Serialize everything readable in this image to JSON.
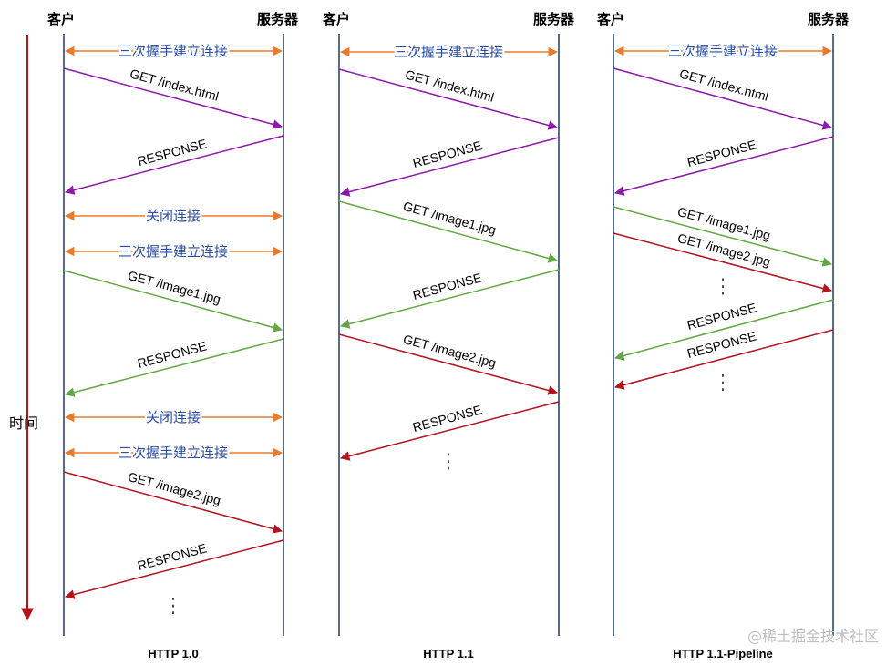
{
  "time_label": "时间",
  "watermark": "@稀土掘金技术社区",
  "colors": {
    "lifeline": "#1f3b60",
    "connection": "#e87b2e",
    "index": "#8b1aa8",
    "image1": "#65a744",
    "image2": "#b0141f",
    "time_axis": "#b0141f"
  },
  "panels": [
    {
      "client_label": "客户",
      "server_label": "服务器",
      "caption": "HTTP 1.0",
      "handshake_label": "三次握手建立连接",
      "close_label": "关闭连接",
      "messages": [
        {
          "label": "GET /index.html"
        },
        {
          "label": "RESPONSE"
        },
        {
          "label": "GET /image1.jpg"
        },
        {
          "label": "RESPONSE"
        },
        {
          "label": "GET /image2.jpg"
        },
        {
          "label": "RESPONSE"
        }
      ],
      "ellipsis": "⋮"
    },
    {
      "client_label": "客户",
      "server_label": "服务器",
      "caption": "HTTP 1.1",
      "handshake_label": "三次握手建立连接",
      "messages": [
        {
          "label": "GET /index.html"
        },
        {
          "label": "RESPONSE"
        },
        {
          "label": "GET /image1.jpg"
        },
        {
          "label": "RESPONSE"
        },
        {
          "label": "GET /image2.jpg"
        },
        {
          "label": "RESPONSE"
        }
      ],
      "ellipsis": "⋮"
    },
    {
      "client_label": "客户",
      "server_label": "服务器",
      "caption": "HTTP 1.1-Pipeline",
      "handshake_label": "三次握手建立连接",
      "messages": [
        {
          "label": "GET /index.html"
        },
        {
          "label": "RESPONSE"
        },
        {
          "label": "GET /image1.jpg"
        },
        {
          "label": "GET /image2.jpg"
        },
        {
          "label": "RESPONSE"
        },
        {
          "label": "RESPONSE"
        }
      ],
      "ellipsis": "⋮"
    }
  ]
}
